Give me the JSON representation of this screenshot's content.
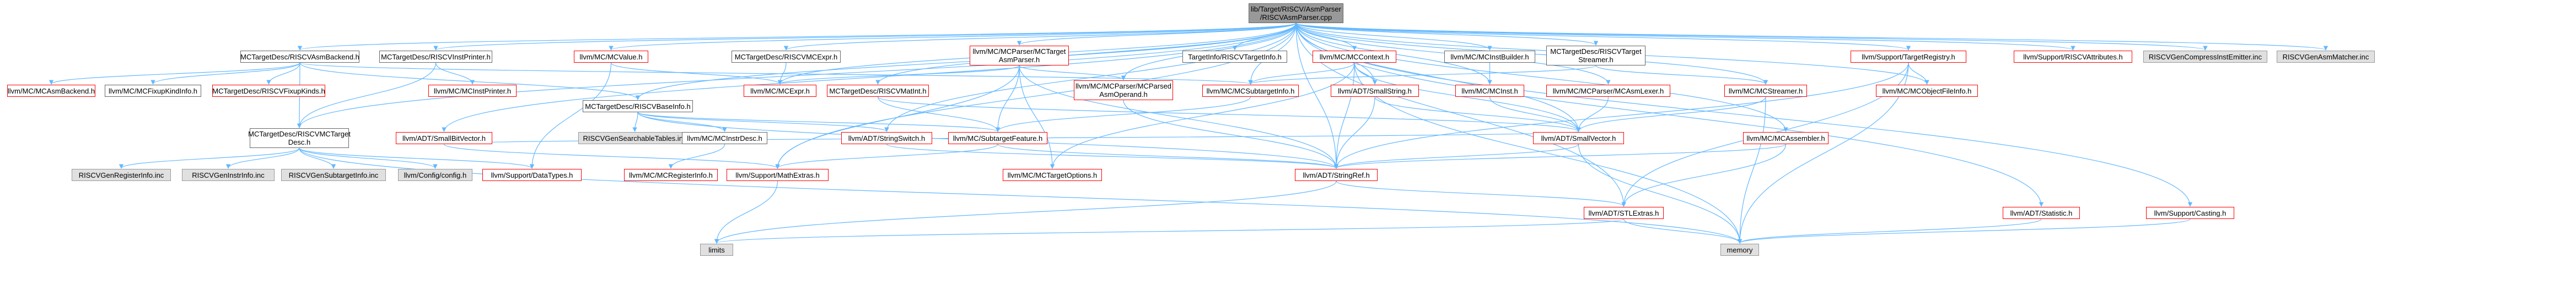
{
  "graph": {
    "root": {
      "line1": "lib/Target/RISCV/AsmParser",
      "line2": "/RISCVAsmParser.cpp"
    },
    "nodes": {
      "mc_desc_asm_backend": "MCTargetDesc/RISCVAsmBackend.h",
      "mc_desc_inst_printer": "MCTargetDesc/RISCVInstPrinter.h",
      "mc_value": "llvm/MC/MCValue.h",
      "mc_desc_mcexpr": "MCTargetDesc/RISCVMCExpr.h",
      "mc_parser_target_asm_parser": {
        "line1": "llvm/MC/MCParser/MCTarget",
        "line2": "AsmParser.h"
      },
      "target_info": "TargetInfo/RISCVTargetInfo.h",
      "mc_context": "llvm/MC/MCContext.h",
      "mc_inst_builder": "llvm/MC/MCInstBuilder.h",
      "mc_desc_target_streamer": {
        "line1": "MCTargetDesc/RISCVTarget",
        "line2": "Streamer.h"
      },
      "support_target_registry": "llvm/Support/TargetRegistry.h",
      "support_riscv_attributes": "llvm/Support/RISCVAttributes.h",
      "gen_compress_inst_emitter": "RISCVGenCompressInstEmitter.inc",
      "gen_asm_matcher": "RISCVGenAsmMatcher.inc",
      "mc_asm_backend": "llvm/MC/MCAsmBackend.h",
      "mc_fixup_kind_info": "llvm/MC/MCFixupKindInfo.h",
      "mc_desc_fixup_kinds": "MCTargetDesc/RISCVFixupKinds.h",
      "mc_inst_printer": "llvm/MC/MCInstPrinter.h",
      "mc_desc_base_info": "MCTargetDesc/RISCVBaseInfo.h",
      "mc_expr": "llvm/MC/MCExpr.h",
      "mc_desc_mat_int": "MCTargetDesc/RISCVMatInt.h",
      "mc_parsed_asm_operand": {
        "line1": "llvm/MC/MCParser/MCParsed",
        "line2": "AsmOperand.h"
      },
      "mc_subtarget_info": "llvm/MC/MCSubtargetInfo.h",
      "adt_small_string": "llvm/ADT/SmallString.h",
      "mc_inst": "llvm/MC/MCInst.h",
      "mc_parser_asm_lexer": "llvm/MC/MCParser/MCAsmLexer.h",
      "mc_streamer": "llvm/MC/MCStreamer.h",
      "mc_object_file_info": "llvm/MC/MCObjectFileInfo.h",
      "mc_desc_mc_target_desc": {
        "line1": "MCTargetDesc/RISCVMCTarget",
        "line2": "Desc.h"
      },
      "adt_small_bit_vector": "llvm/ADT/SmallBitVector.h",
      "gen_searchable_tables": "RISCVGenSearchableTables.inc",
      "mc_instr_desc": "llvm/MC/MCInstrDesc.h",
      "adt_string_switch": "llvm/ADT/StringSwitch.h",
      "mc_subtarget_feature": "llvm/MC/SubtargetFeature.h",
      "adt_small_vector": "llvm/ADT/SmallVector.h",
      "mc_assembler": "llvm/MC/MCAssembler.h",
      "gen_register_info": "RISCVGenRegisterInfo.inc",
      "gen_instr_info": "RISCVGenInstrInfo.inc",
      "gen_subtarget_info": "RISCVGenSubtargetInfo.inc",
      "config_config": "llvm/Config/config.h",
      "support_data_types": "llvm/Support/DataTypes.h",
      "mc_register_info": "llvm/MC/MCRegisterInfo.h",
      "support_math_extras": "llvm/Support/MathExtras.h",
      "mc_target_options": "llvm/MC/MCTargetOptions.h",
      "adt_string_ref": "llvm/ADT/StringRef.h",
      "adt_stl_extras": "llvm/ADT/STLExtras.h",
      "adt_statistic": "llvm/ADT/Statistic.h",
      "support_casting": "llvm/Support/Casting.h",
      "limits": "limits",
      "memory": "memory"
    }
  }
}
